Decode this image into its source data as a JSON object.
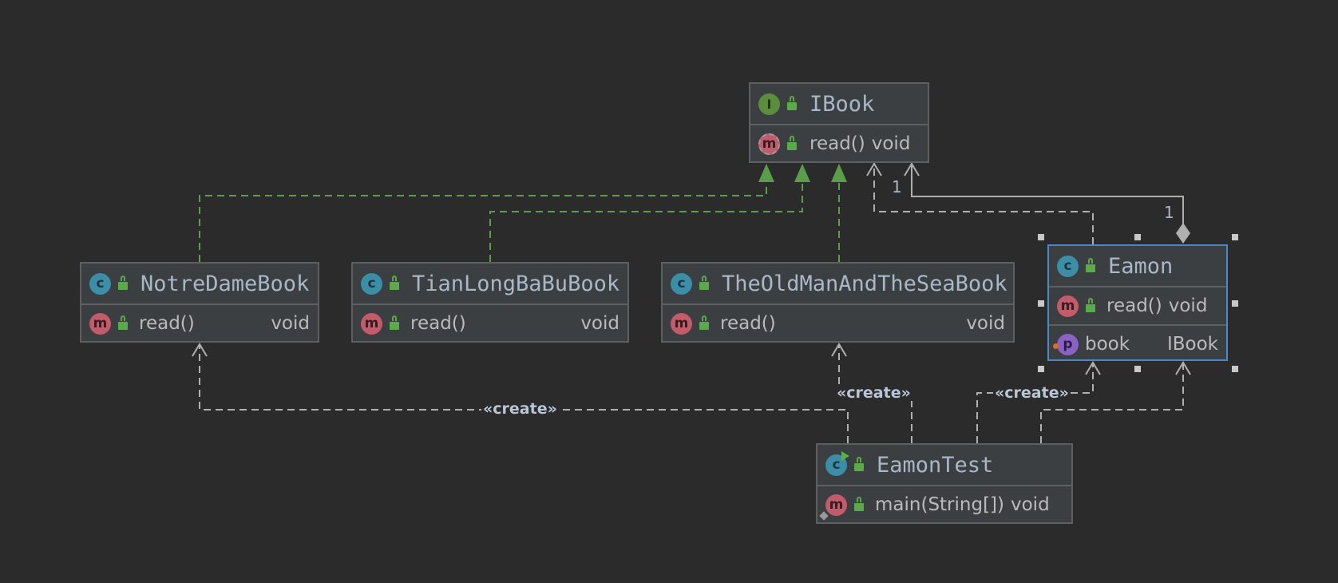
{
  "diagram": {
    "nodes": {
      "ibook": {
        "title": "IBook",
        "kind_icon": "I",
        "members": [
          {
            "icon": "m",
            "name": "read()",
            "type": "void"
          }
        ]
      },
      "notre": {
        "title": "NotreDameBook",
        "kind_icon": "c",
        "members": [
          {
            "icon": "m",
            "name": "read()",
            "type": "void"
          }
        ]
      },
      "tianlong": {
        "title": "TianLongBaBuBook",
        "kind_icon": "c",
        "members": [
          {
            "icon": "m",
            "name": "read()",
            "type": "void"
          }
        ]
      },
      "oldman": {
        "title": "TheOldManAndTheSeaBook",
        "kind_icon": "c",
        "members": [
          {
            "icon": "m",
            "name": "read()",
            "type": "void"
          }
        ]
      },
      "eamon": {
        "title": "Eamon",
        "kind_icon": "c",
        "members": [
          {
            "icon": "m",
            "name": "read()",
            "type": "void"
          },
          {
            "icon": "p",
            "name": "book",
            "type": "IBook"
          }
        ]
      },
      "eamontest": {
        "title": "EamonTest",
        "kind_icon": "c",
        "members": [
          {
            "icon": "m",
            "name": "main(String[])",
            "type": "void"
          }
        ]
      }
    },
    "edge_labels": {
      "create_notre": "«create»",
      "create_oldman": "«create»",
      "create_eamon": "«create»"
    },
    "multiplicities": {
      "ibook_end": "1",
      "eamon_end": "1"
    },
    "colors": {
      "background": "#2b2b2b",
      "node_fill": "#3c3f41",
      "node_border": "#5e6060",
      "selected_border": "#4a88c7",
      "realization": "#5a9e4b",
      "dependency": "#b0b0b0"
    }
  }
}
